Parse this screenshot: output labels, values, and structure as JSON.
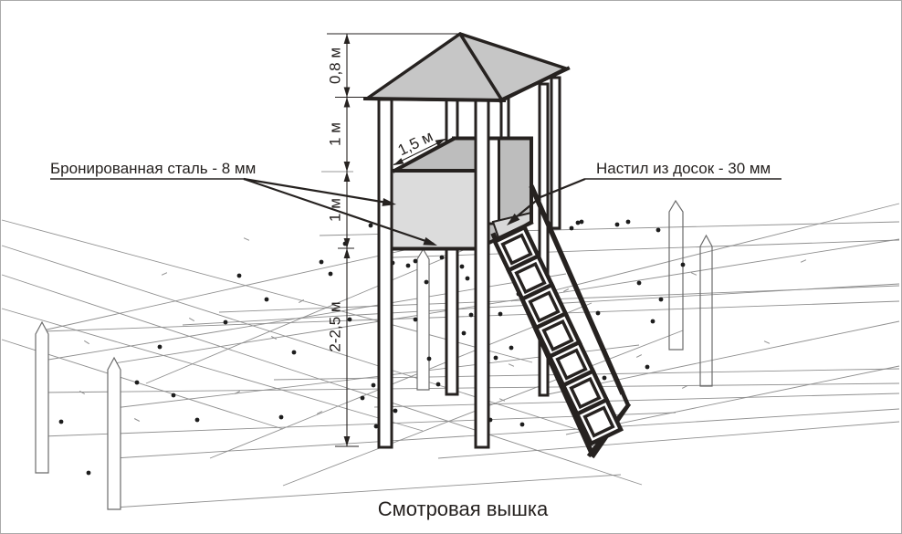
{
  "title": "Смотровая вышка",
  "labels": {
    "armor": "Бронированная сталь - 8 мм",
    "deck": "Настил из досок - 30 мм"
  },
  "dimensions": {
    "roof_height": "0,8 м",
    "upper_opening": "1 м",
    "cabin_wall": "1 м",
    "support_legs": "2-2,5 м",
    "platform_edge": "1,5 м"
  },
  "colors": {
    "outline": "#262220",
    "roof": "#c6c6c6",
    "cabin_front": "#dcdcdc",
    "cabin_interior": "#bdbdbd",
    "cabin_floor": "#d8d8d8",
    "wire": "#8f8f8f",
    "background": "#ffffff"
  }
}
